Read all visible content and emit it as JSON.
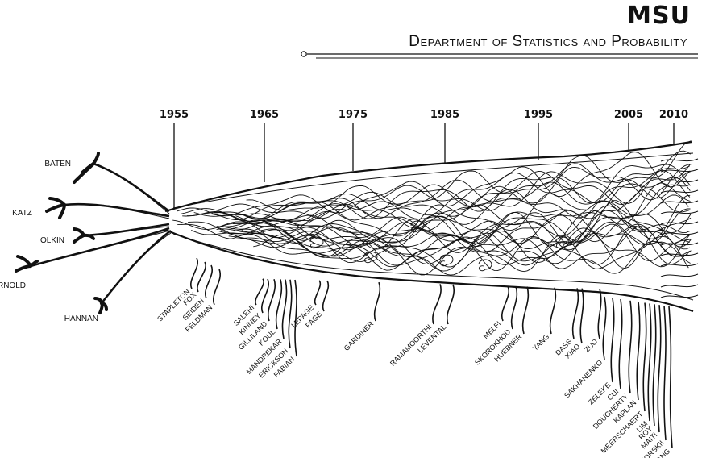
{
  "header": {
    "title": "MSU",
    "subtitle": "Department of Statistics and Probability"
  },
  "timeline": {
    "years": [
      "1955",
      "1965",
      "1975",
      "1985",
      "1995",
      "2005",
      "2010"
    ]
  },
  "roots": [
    "BATEN",
    "KATZ",
    "OLKIN",
    "ARNOLD",
    "HANNAN"
  ],
  "faculty": [
    "STAPLETON",
    "FOX",
    "SEIDEN",
    "FELDMAN",
    "SALEHI",
    "KINNEY",
    "GILLILAND",
    "KOUL",
    "MANDREKAR",
    "ERICKSON",
    "FABIAN",
    "LEPAGE",
    "PAGE",
    "GARDINER",
    "RAMAMOORTHI",
    "LEVENTAL",
    "MELFI",
    "SKOROKHOD",
    "HUEBNER",
    "YANG",
    "DASS",
    "XIAO",
    "ZUO",
    "SAKHANENKO",
    "ZELEKE",
    "CUI",
    "DOUGHERTY",
    "KAPLAN",
    "MEERSCHAERT",
    "LIM",
    "ROY",
    "MAITI",
    "SIKORSKII",
    "WANG"
  ],
  "colors": {
    "ink": "#111111",
    "background": "#ffffff"
  }
}
